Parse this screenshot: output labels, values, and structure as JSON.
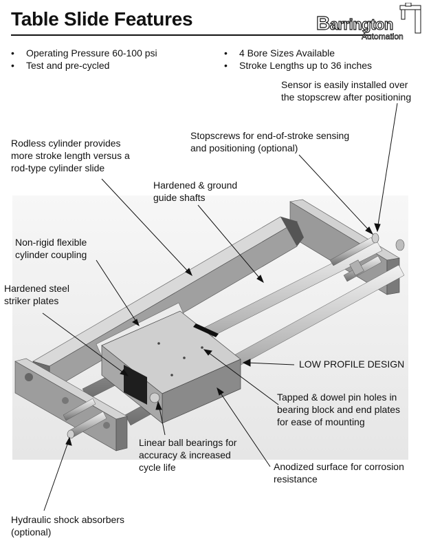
{
  "title": "Table Slide Features",
  "logo": {
    "name_cap": "B",
    "name_rest": "arrington",
    "sub_cap": "A",
    "sub_rest": "utomation"
  },
  "bullets_left": [
    "Operating Pressure 60-100 psi",
    "Test and pre-cycled"
  ],
  "bullets_right": [
    "4 Bore Sizes Available",
    "Stroke Lengths up to 36 inches"
  ],
  "callouts": {
    "sensor": "Sensor is easily installed over\nthe stopscrew after positioning",
    "stopscrews": "Stopscrews for end-of-stroke sensing\nand positioning (optional)",
    "rodless": "Rodless cylinder provides\nmore stroke length versus a\nrod-type cylinder slide",
    "guide_shafts": "Hardened & ground\nguide shafts",
    "coupling": "Non-rigid flexible\ncylinder coupling",
    "striker": "Hardened steel\nstriker plates",
    "low_profile": "LOW PROFILE DESIGN",
    "tapped": "Tapped & dowel pin holes in\nbearing block and end plates\nfor ease of mounting",
    "bearings": "Linear ball bearings for\naccuracy & increased\ncycle life",
    "anodized": "Anodized surface for corrosion\nresistance",
    "shock": "Hydraulic shock absorbers\n(optional)"
  }
}
